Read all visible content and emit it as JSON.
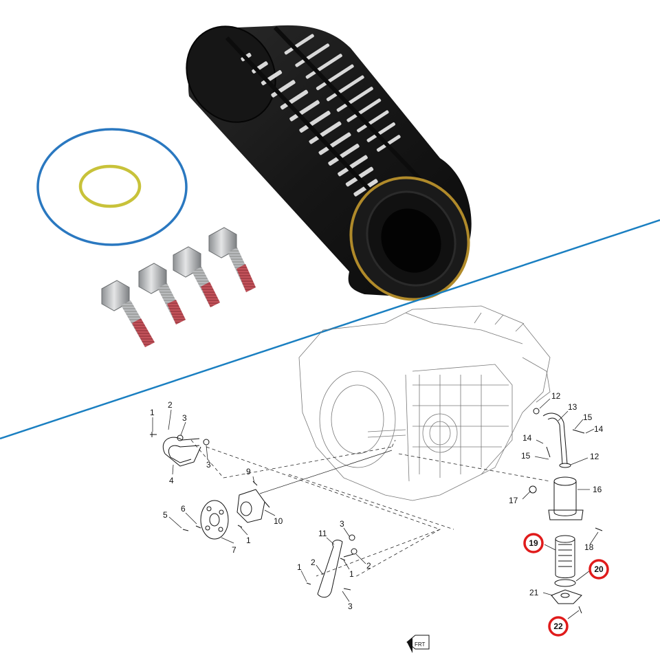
{
  "colors": {
    "divider": "#1a7fc1",
    "large_o_ring": "#2a78c0",
    "small_o_ring": "#c8c23a",
    "filter_body": "#1c1c1c",
    "filter_seal": "#b08a2a",
    "bolt_metal": "#b9bbbd",
    "thread_lock": "#c2525a",
    "callout_highlight": "#e01b1b"
  },
  "photo": {
    "items": [
      "oil-filter-element",
      "large-o-ring",
      "small-o-ring",
      "bolt",
      "bolt",
      "bolt",
      "bolt"
    ]
  },
  "diagram": {
    "callouts": [
      {
        "id": "c1a",
        "text": "1"
      },
      {
        "id": "c2a",
        "text": "2"
      },
      {
        "id": "c3a",
        "text": "3"
      },
      {
        "id": "c3b",
        "text": "3"
      },
      {
        "id": "c4",
        "text": "4"
      },
      {
        "id": "c5",
        "text": "5"
      },
      {
        "id": "c6",
        "text": "6"
      },
      {
        "id": "c7",
        "text": "7"
      },
      {
        "id": "c1b",
        "text": "1"
      },
      {
        "id": "c9",
        "text": "9"
      },
      {
        "id": "c10",
        "text": "10"
      },
      {
        "id": "c11",
        "text": "11"
      },
      {
        "id": "c3c",
        "text": "3"
      },
      {
        "id": "c1c",
        "text": "1"
      },
      {
        "id": "c2b",
        "text": "2"
      },
      {
        "id": "c1d",
        "text": "1"
      },
      {
        "id": "c2c",
        "text": "2"
      },
      {
        "id": "c3d",
        "text": "3"
      },
      {
        "id": "c12a",
        "text": "12"
      },
      {
        "id": "c13",
        "text": "13"
      },
      {
        "id": "c15a",
        "text": "15"
      },
      {
        "id": "c14a",
        "text": "14"
      },
      {
        "id": "c14b",
        "text": "14"
      },
      {
        "id": "c15b",
        "text": "15"
      },
      {
        "id": "c12b",
        "text": "12"
      },
      {
        "id": "c16",
        "text": "16"
      },
      {
        "id": "c17",
        "text": "17"
      },
      {
        "id": "c18",
        "text": "18"
      },
      {
        "id": "c21",
        "text": "21"
      }
    ],
    "highlighted_callouts": [
      {
        "id": "h19",
        "text": "19"
      },
      {
        "id": "h20",
        "text": "20"
      },
      {
        "id": "h22",
        "text": "22"
      }
    ],
    "front_indicator": "FRT"
  }
}
